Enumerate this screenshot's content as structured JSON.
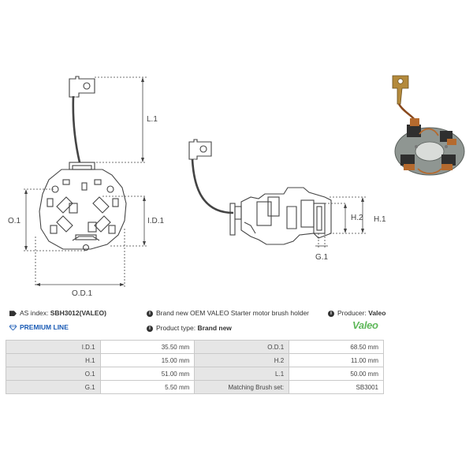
{
  "dimension_labels": {
    "l1": "L.1",
    "o1": "O.1",
    "id1": "I.D.1",
    "od1": "O.D.1",
    "h1": "H.1",
    "h2": "H.2",
    "g1": "G.1"
  },
  "info": {
    "as_index_prefix": "AS index:",
    "as_index_value": "SBH3012(VALEO)",
    "description": "Brand new OEM VALEO Starter motor brush holder",
    "producer_prefix": "Producer:",
    "producer_value": "Valeo",
    "premium_line": "PREMIUM LINE",
    "product_type_prefix": "Product type:",
    "product_type_value": "Brand new",
    "brand_logo": "Valeo"
  },
  "icons": {
    "tag": "tag-icon",
    "info": "info-icon",
    "diamond": "diamond-icon"
  },
  "colors": {
    "premium_blue": "#1a5bb5",
    "valeo_green": "#5fb85a",
    "table_label_bg": "#e6e6e6",
    "dimension_line": "#444444"
  },
  "specs": [
    [
      {
        "label": "I.D.1",
        "value": "35.50 mm"
      },
      {
        "label": "O.D.1",
        "value": "68.50 mm"
      }
    ],
    [
      {
        "label": "H.1",
        "value": "15.00 mm"
      },
      {
        "label": "H.2",
        "value": "11.00 mm"
      }
    ],
    [
      {
        "label": "O.1",
        "value": "51.00 mm"
      },
      {
        "label": "L.1",
        "value": "50.00 mm"
      }
    ],
    [
      {
        "label": "G.1",
        "value": "5.50 mm"
      },
      {
        "label": "Matching Brush set:",
        "value": "SB3001"
      }
    ]
  ]
}
